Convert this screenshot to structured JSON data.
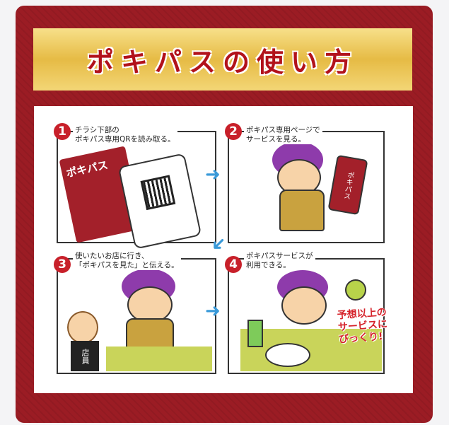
{
  "title": "ポキパスの使い方",
  "steps": [
    {
      "number": "1",
      "caption": "チラシ下部の\nポキパス専用QRを読み取る。",
      "flyer_text": "ポキパス"
    },
    {
      "number": "2",
      "caption": "ポキパス専用ページで\nサービスを見る。",
      "phone_text": "ポキパス"
    },
    {
      "number": "3",
      "caption": "使いたいお店に行き、\n「ポキパスを見た」と伝える。",
      "staff_label": "店員"
    },
    {
      "number": "4",
      "caption": "ポキパスサービスが\n利用できる。",
      "note": "予想以上の\nサービスに\nびっくり!"
    }
  ],
  "colors": {
    "card": "#9b1c24",
    "gold": "#e6bb45",
    "accent": "#c8202a",
    "arrow": "#3a9ad9"
  }
}
